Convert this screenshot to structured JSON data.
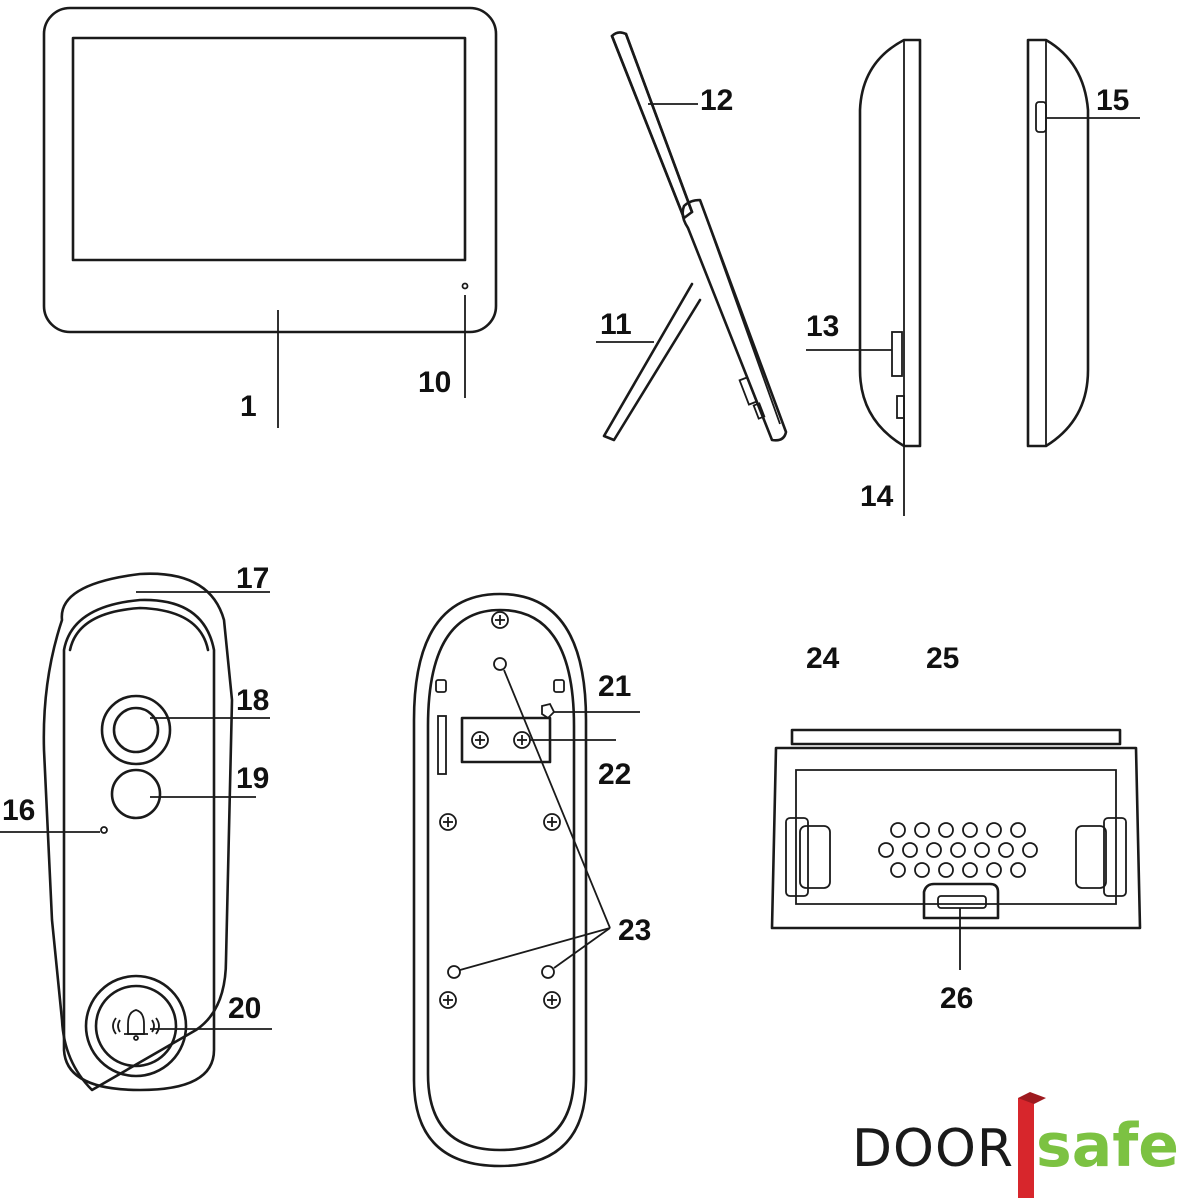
{
  "callouts": [
    {
      "id": "1",
      "text": "1"
    },
    {
      "id": "10",
      "text": "10"
    },
    {
      "id": "11",
      "text": "11"
    },
    {
      "id": "12",
      "text": "12"
    },
    {
      "id": "13",
      "text": "13"
    },
    {
      "id": "14",
      "text": "14"
    },
    {
      "id": "15",
      "text": "15"
    },
    {
      "id": "16",
      "text": "16"
    },
    {
      "id": "17",
      "text": "17"
    },
    {
      "id": "18",
      "text": "18"
    },
    {
      "id": "19",
      "text": "19"
    },
    {
      "id": "20",
      "text": "20"
    },
    {
      "id": "21",
      "text": "21"
    },
    {
      "id": "22",
      "text": "22"
    },
    {
      "id": "23",
      "text": "23"
    },
    {
      "id": "24",
      "text": "24"
    },
    {
      "id": "25",
      "text": "25"
    },
    {
      "id": "26",
      "text": "26"
    }
  ],
  "brand": {
    "door": "DOOR",
    "safe": "safe",
    "safe_color": "#7cc242",
    "bar_color": "#d7262c"
  }
}
